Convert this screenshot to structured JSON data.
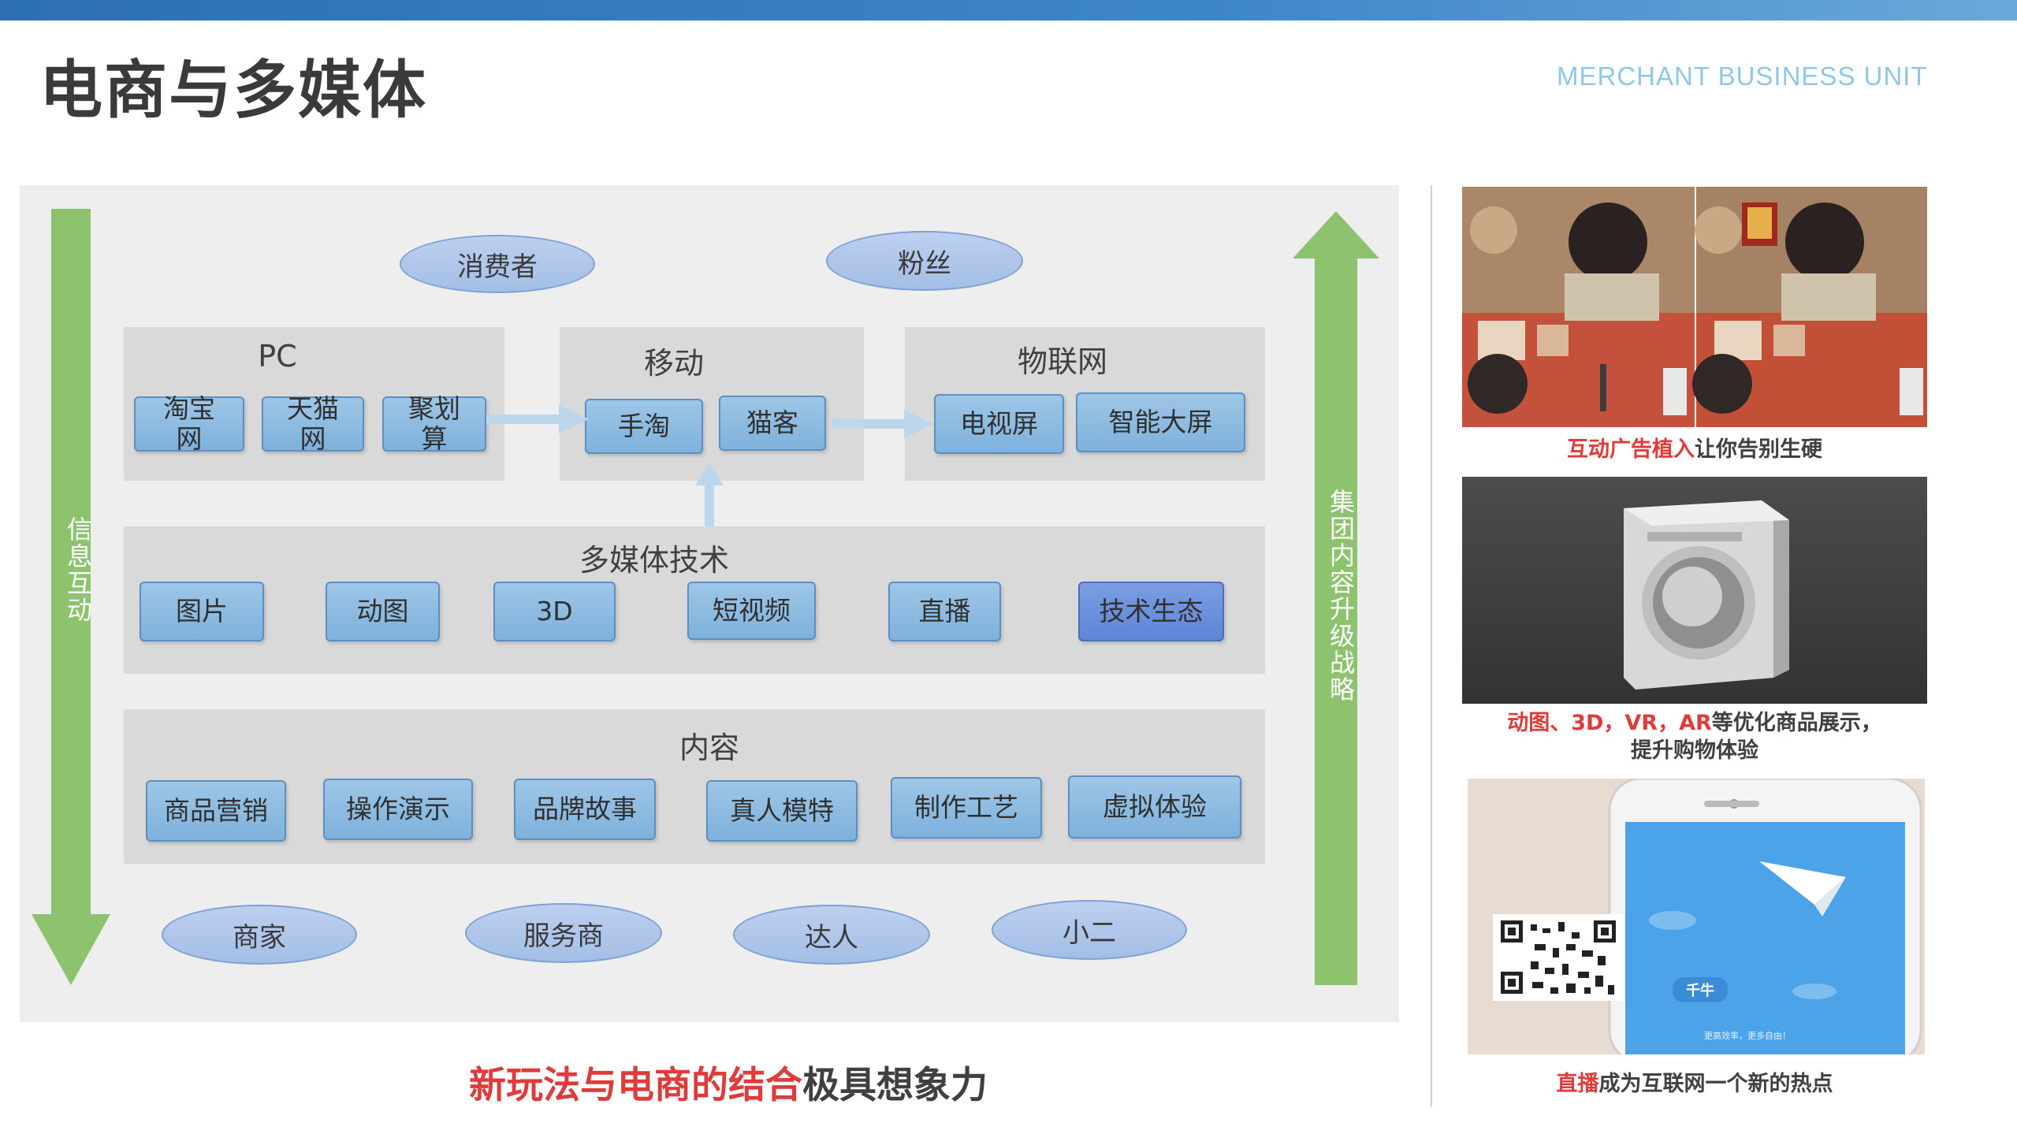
{
  "header": {
    "title": "电商与多媒体",
    "subtitle": "MERCHANT BUSINESS  UNIT"
  },
  "diagram": {
    "left_arrow_text": "信息互动",
    "right_arrow_text": "集团内容升级战略",
    "top_ellipses": [
      "消费者",
      "粉丝"
    ],
    "pc": {
      "label": "PC",
      "items": [
        "淘宝\n网",
        "天猫\n网",
        "聚划\n算"
      ]
    },
    "mobile": {
      "label": "移动",
      "items": [
        "手淘",
        "猫客"
      ]
    },
    "iot": {
      "label": "物联网",
      "items": [
        "电视屏",
        "智能大屏"
      ]
    },
    "multimedia": {
      "label": "多媒体技术",
      "items": [
        "图片",
        "动图",
        "3D",
        "短视频",
        "直播",
        "技术生态"
      ]
    },
    "content": {
      "label": "内容",
      "items": [
        "商品营销",
        "操作演示",
        "品牌故事",
        "真人模特",
        "制作工艺",
        "虚拟体验"
      ]
    },
    "bottom_ellipses": [
      "商家",
      "服务商",
      "达人",
      "小二"
    ]
  },
  "right_column": {
    "caption1_red": "互动广告植入",
    "caption1_rest": "让你告别生硬",
    "caption2_red": "动图、3D，VR，AR",
    "caption2_rest": "等优化商品展示，",
    "caption2_line2": "提升购物体验",
    "caption3_red": "直播",
    "caption3_rest": "成为互联网一个新的热点",
    "phone_badge": "千牛",
    "phone_tagline": "更高效率，更多自由！"
  },
  "slogan": {
    "red": "新玩法与电商的结合",
    "rest": "极具想象力"
  },
  "colors": {
    "accent_blue": "#2c6fb4",
    "box_blue": "#7eb1dc",
    "arrow_green": "#8dc26f",
    "highlight_red": "#e03a3a"
  }
}
